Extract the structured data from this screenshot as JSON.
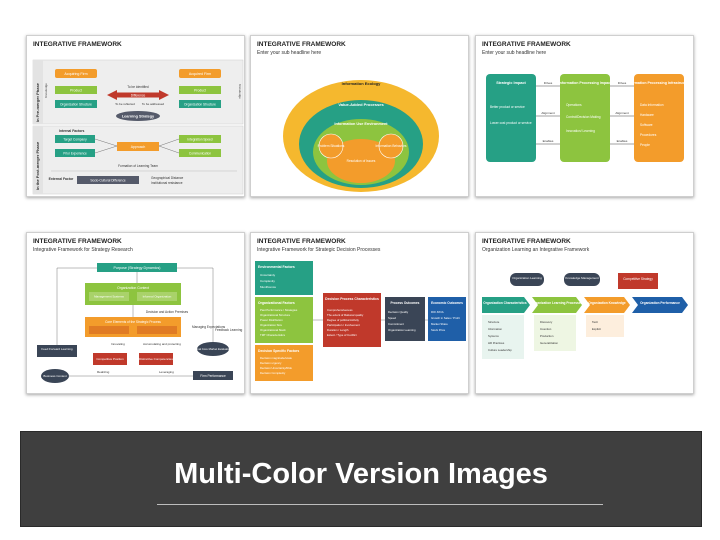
{
  "slides": [
    {
      "title": "INTEGRATIVE FRAMEWORK",
      "subtitle": "",
      "side_labels": [
        "In Pre-merger Phase",
        "In the Post-merger Phase"
      ],
      "boxes": [
        "Acquiring Firm",
        "Acquired Firm",
        "Product",
        "Product",
        "Organization Structure",
        "Organization Structure",
        "To be identified",
        "Difference",
        "To be reflected",
        "To be addressed",
        "Learning Strategy",
        "Internal Factors",
        "Target Company",
        "Integration Speed",
        "Approach",
        "Prior Experience",
        "Communication",
        "Formation of Learning Team",
        "External Factor",
        "Socio-Cultural Difference",
        "Geographical Distance",
        "Institutional resistance"
      ],
      "knowledge": [
        "Knowledge",
        "Knowledge"
      ]
    },
    {
      "title": "INTEGRATIVE FRAMEWORK",
      "subtitle": "Enter your sub headline here",
      "rings": [
        "Information Ecology",
        "Value-Added Processes",
        "Information Use Environment",
        "Problem Situations",
        "Resolution of Issues",
        "Information Behaviors"
      ]
    },
    {
      "title": "INTEGRATIVE FRAMEWORK",
      "subtitle": "Enter your sub headline here",
      "columns": [
        {
          "header": "Strategic Impact",
          "items": [
            "Better product or service",
            "Lower cost product or service"
          ]
        },
        {
          "header": "Information Processing Impact",
          "items": [
            "Operations",
            "Control/Decision Making",
            "Innovation/ Learning"
          ]
        },
        {
          "header": "Information Processing Infrastructure",
          "items": [
            "Data Information",
            "Hardware",
            "Software",
            "Procedures",
            "People"
          ]
        }
      ],
      "connectors": [
        "Drives",
        "Alignment",
        "Enables",
        "Drives",
        "Alignment",
        "Enables"
      ]
    },
    {
      "title": "INTEGRATIVE FRAMEWORK",
      "subtitle": "Integrative Framework for Strategy Research",
      "boxes": [
        "Purpose (Strategy Dynamics)",
        "Organization Context",
        "Management Systems",
        "Informal Organization",
        "Decision and Action Premises",
        "Core Elements of the Strategic Process",
        "Managing Expectations",
        "Feedback Learning",
        "Feed Forward Learning",
        "Innovating",
        "Accumulating and protecting",
        "Final Core Market Evaluation",
        "Competitive Position",
        "Distinctive Competencies",
        "Business Context",
        "Realizing",
        "Leveraging",
        "Firm Performance"
      ]
    },
    {
      "title": "INTEGRATIVE FRAMEWORK",
      "subtitle": "Integrative Framework for Strategic Decision Processes",
      "env": {
        "header": "Environmental Factors",
        "items": [
          "Uncertainty",
          "Complexity",
          "Munificence"
        ]
      },
      "org": {
        "header": "Organizational Factors",
        "items": [
          "Past Performance / Strategies",
          "Organizational Structure",
          "Power Distribution",
          "Organization Size",
          "Organizational Slack",
          "TMT Characteristics"
        ]
      },
      "dec": {
        "header": "Decision Specific Factors",
        "items": [
          "Decision magnitude/scale",
          "Decision urgency",
          "Decision Uncertainty/Risk",
          "Decision Complexity"
        ]
      },
      "proc": {
        "header": "Decision Process Characteristics",
        "items": [
          "Comprehensiveness",
          "The extent of Rational quality",
          "Degree of political Activity",
          "Participation / Involvement",
          "Duration / Length",
          "Extent / Type of Conflict"
        ]
      },
      "out": {
        "header": "Process Outcomes",
        "items": [
          "Decision Quality",
          "Speed",
          "Commitment",
          "Organization Learning"
        ]
      },
      "eco": {
        "header": "Economic Outcomes",
        "items": [
          "ROI /ROA",
          "Growth in Sales / Profit",
          "Market Share",
          "Stock Price"
        ]
      }
    },
    {
      "title": "INTEGRATIVE FRAMEWORK",
      "subtitle": "Organization Learning an Integrative Framework",
      "top": [
        "Organization Learning",
        "Knowledge Management",
        "Competitive Strategy"
      ],
      "columns": [
        {
          "header": "Organization Characteristics",
          "items": [
            "Structure",
            "Information",
            "Systems",
            "HR Practices",
            "Culture Leadership"
          ]
        },
        {
          "header": "Organization Learning Processes",
          "items": [
            "Discovery",
            "Invention",
            "Production",
            "Generalization"
          ]
        },
        {
          "header": "Organization Knowledge",
          "items": [
            "Tacit",
            "Explicit"
          ]
        },
        {
          "header": "Organization Performance",
          "items": []
        }
      ]
    }
  ],
  "banner": "Multi-Color Version Images"
}
